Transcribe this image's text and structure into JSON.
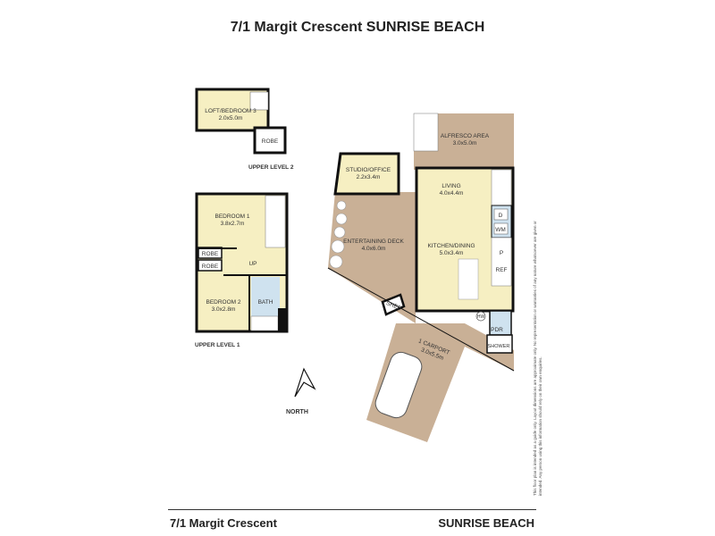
{
  "title": "7/1 Margit Crescent SUNRISE BEACH",
  "upper_level_2": {
    "label": "UPPER LEVEL 2",
    "rooms": [
      {
        "name": "LOFT/BEDROOM 3",
        "size": "2.0x5.0m"
      },
      {
        "name": "ROBE"
      }
    ]
  },
  "upper_level_1": {
    "label": "UPPER LEVEL 1",
    "rooms": [
      {
        "name": "BEDROOM 1",
        "size": "3.8x2.7m"
      },
      {
        "name": "ROBE"
      },
      {
        "name": "ROBE"
      },
      {
        "name": "UP"
      },
      {
        "name": "BEDROOM 2",
        "size": "3.0x2.8m"
      },
      {
        "name": "BATH"
      }
    ]
  },
  "ground": {
    "rooms": [
      {
        "name": "ALFRESCO AREA",
        "size": "3.0x5.0m"
      },
      {
        "name": "STUDIO/OFFICE",
        "size": "2.2x3.4m"
      },
      {
        "name": "LIVING",
        "size": "4.0x4.4m"
      },
      {
        "name": "ENTERTAINING DECK",
        "size": "4.0x6.0m"
      },
      {
        "name": "KITCHEN/DINING",
        "size": "5.0x3.4m"
      },
      {
        "name": "SHED"
      },
      {
        "name": "1 CARPORT",
        "size": "3.0x5.5m"
      },
      {
        "name": "D"
      },
      {
        "name": "WM"
      },
      {
        "name": "P"
      },
      {
        "name": "REF"
      },
      {
        "name": "HW"
      },
      {
        "name": "PDR"
      },
      {
        "name": "SHOWER"
      }
    ]
  },
  "north_label": "NORTH",
  "disclaimer": "This floor plan is intended as a guide only. Layout dimensions are approximate only. No representation or warranties of any nature whatsoever are given or intended. Any person using this information should rely on their own enquiries.",
  "footer": {
    "address": "7/1 Margit Crescent",
    "suburb": "SUNRISE BEACH"
  },
  "colors": {
    "room": "#f6efc2",
    "deck": "#c9b096",
    "wet": "#cfe2ef",
    "wall": "#111111"
  }
}
